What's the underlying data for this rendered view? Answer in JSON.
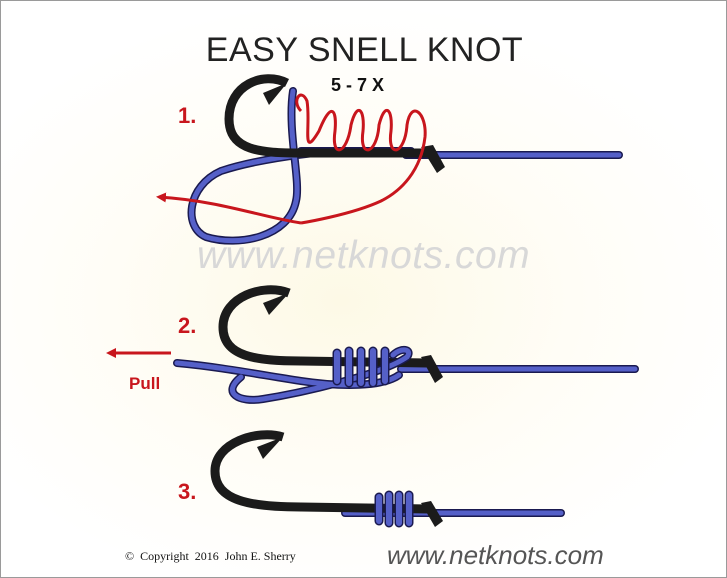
{
  "title": "EASY SNELL KNOT",
  "wrap_count": "5 - 7 X",
  "steps": [
    {
      "label": "1."
    },
    {
      "label": "2.",
      "instruction": "Pull"
    },
    {
      "label": "3."
    }
  ],
  "watermark": "www.netknots.com",
  "copyright_symbol": "©",
  "copyright": "Copyright  2016  John E. Sherry",
  "site_url": "www.netknots.com",
  "colors": {
    "line": "#5560c8",
    "tag_end": "#c8161d",
    "hook": "#1b1b1b",
    "arrow": "#c8161d"
  }
}
